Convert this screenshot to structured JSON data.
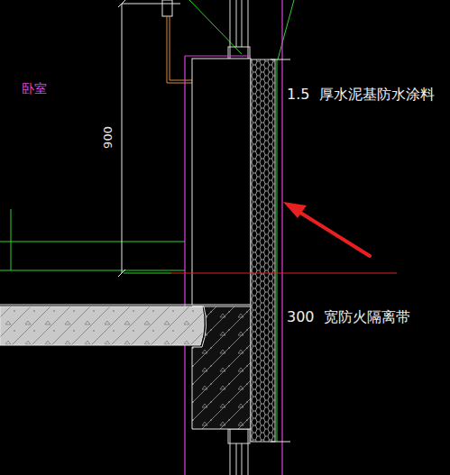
{
  "diagram": {
    "labels": [
      "卧室",
      "900",
      "1.5  厚水泥基防水涂料",
      "300  宽防火隔离带"
    ]
  }
}
